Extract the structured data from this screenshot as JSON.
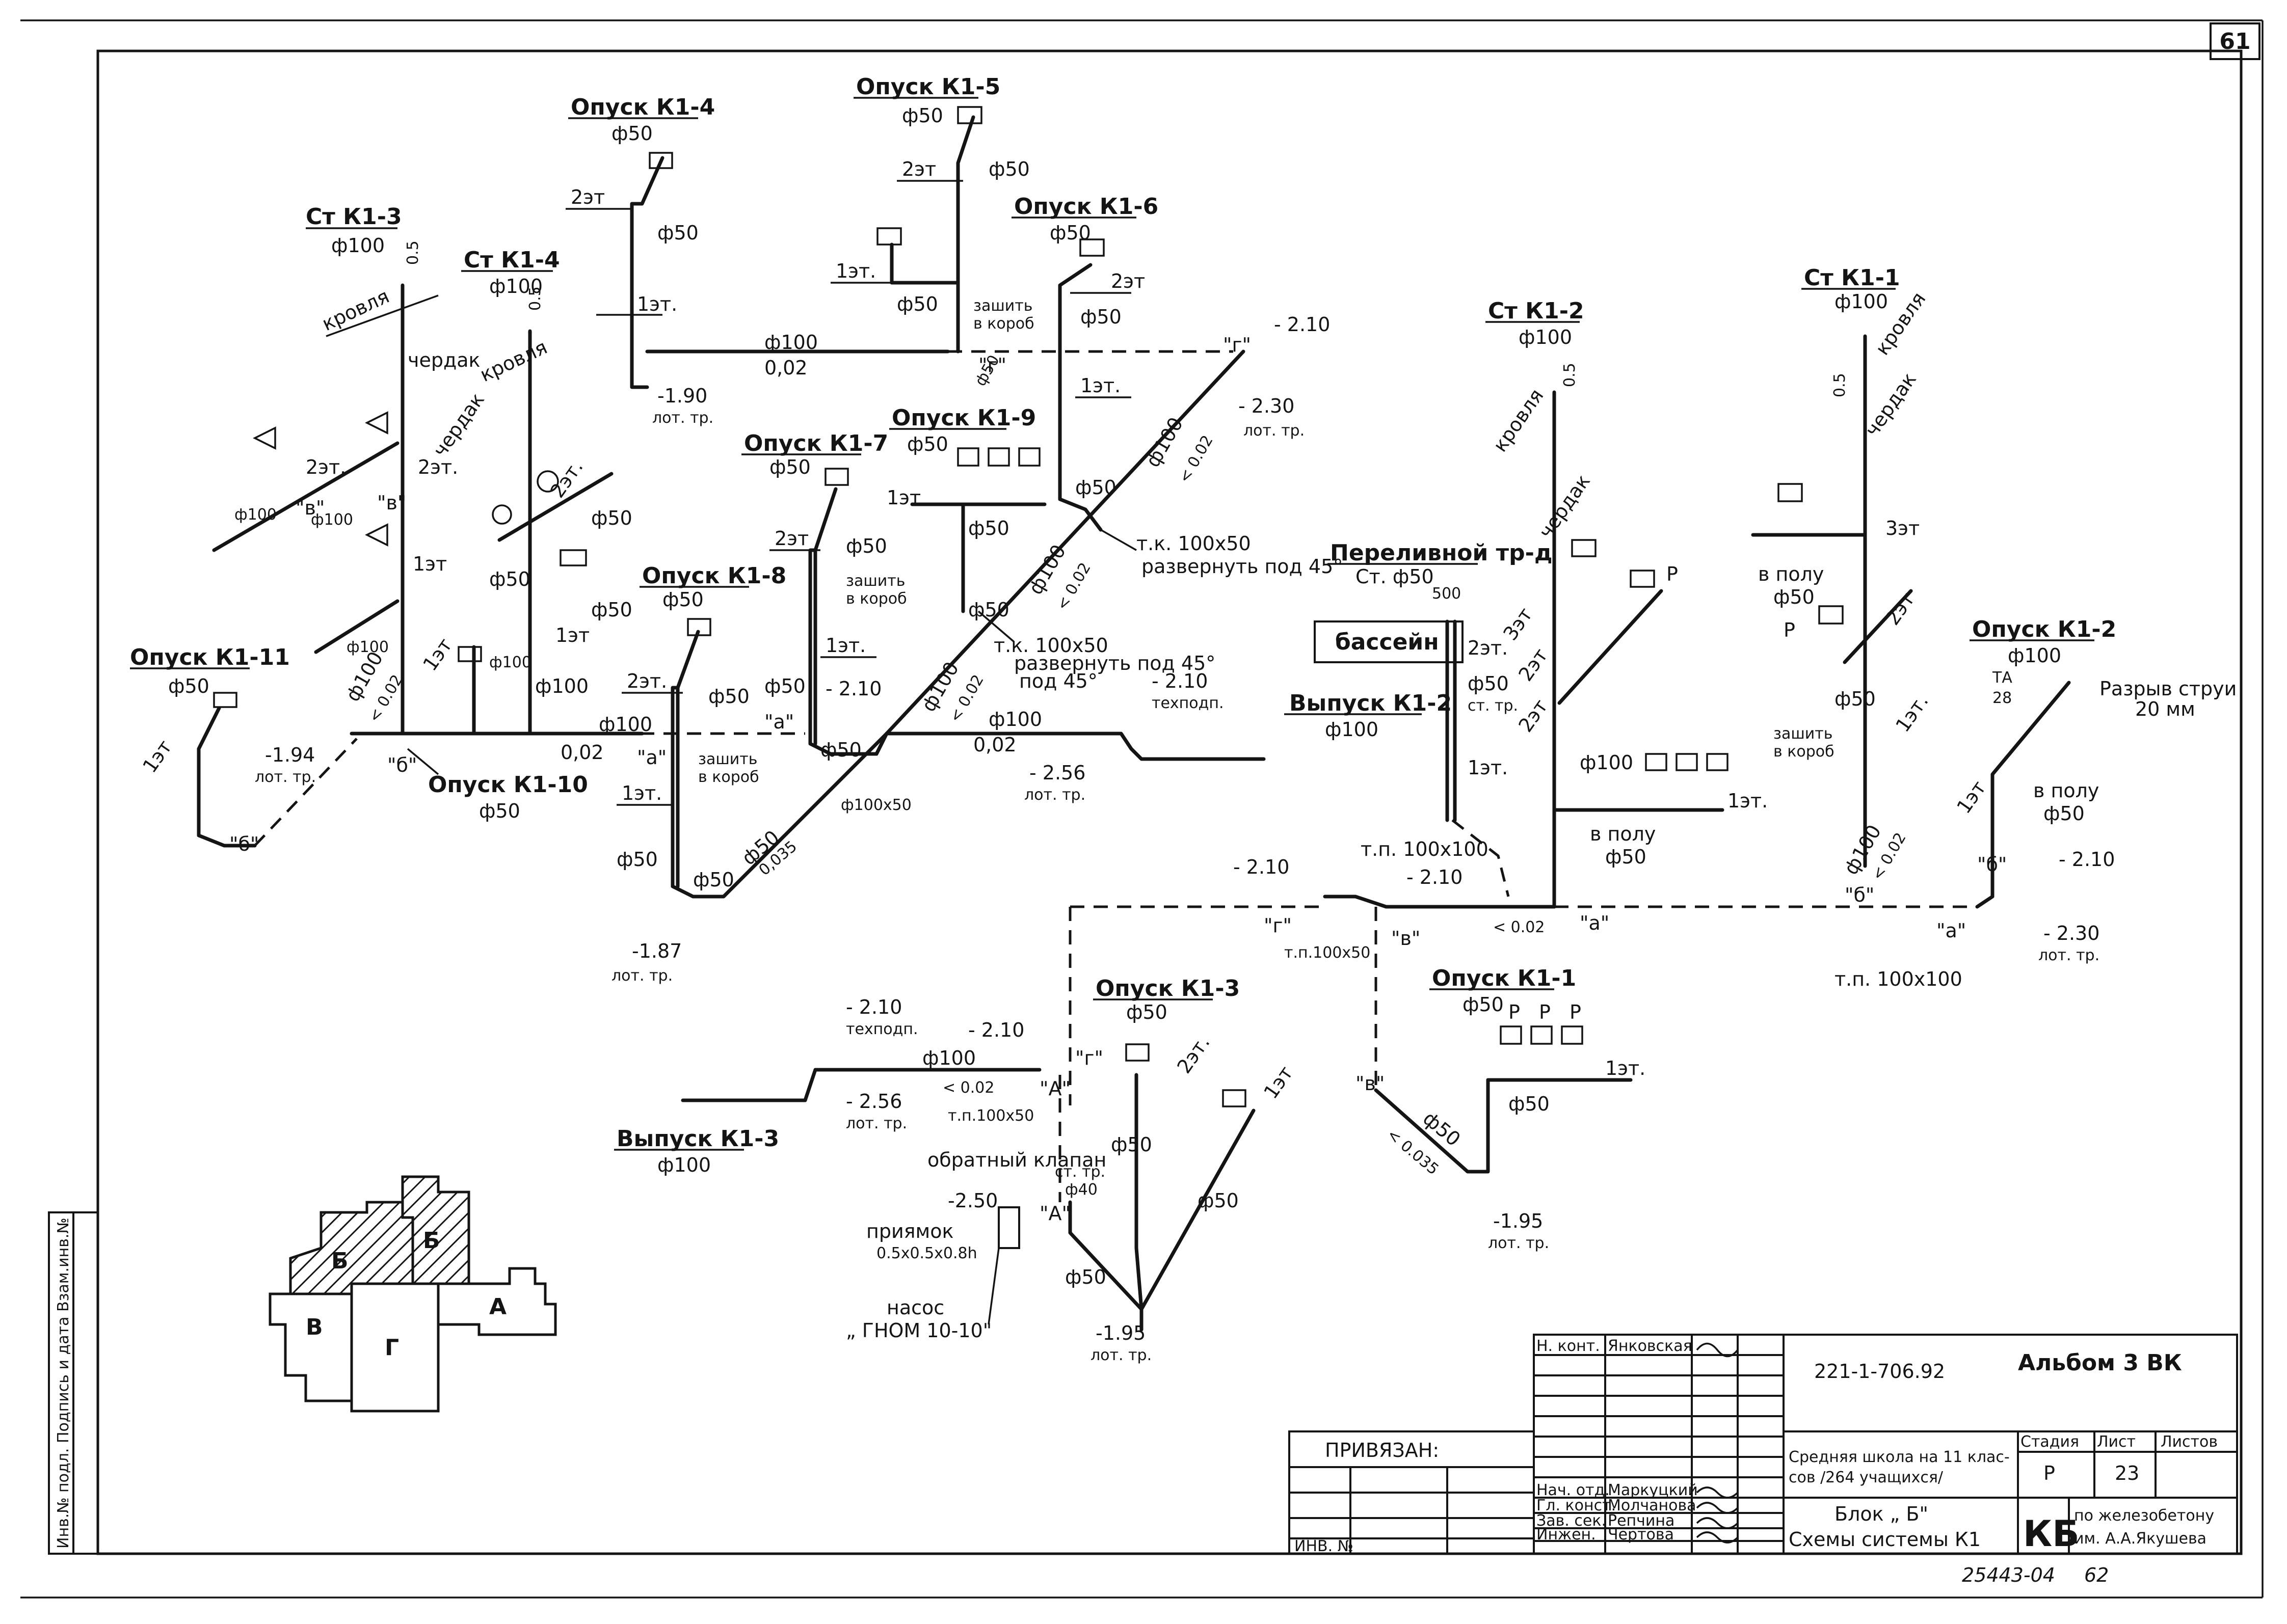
{
  "sheet_number": "61",
  "risers": {
    "st_k1_3": {
      "title": "Ст К1-3",
      "dia": "ф100"
    },
    "st_k1_4": {
      "title": "Ст К1-4",
      "dia": "ф100"
    },
    "st_k1_2": {
      "title": "Ст К1-2",
      "dia": "ф100"
    },
    "st_k1_1": {
      "title": "Ст К1-1",
      "dia": "ф100"
    }
  },
  "drops": {
    "k1_4": {
      "title": "Опуск К1-4",
      "dia": "ф50"
    },
    "k1_5": {
      "title": "Опуск К1-5",
      "dia": "ф50"
    },
    "k1_6": {
      "title": "Опуск К1-6",
      "dia": "ф50"
    },
    "k1_7": {
      "title": "Опуск К1-7",
      "dia": "ф50"
    },
    "k1_8": {
      "title": "Опуск К1-8",
      "dia": "ф50"
    },
    "k1_9": {
      "title": "Опуск К1-9",
      "dia": "ф50"
    },
    "k1_10": {
      "title": "Опуск К1-10",
      "dia": "ф50"
    },
    "k1_11": {
      "title": "Опуск К1-11",
      "dia": "ф50"
    },
    "k1_3": {
      "title": "Опуск К1-3",
      "dia": "ф50"
    },
    "k1_1": {
      "title": "Опуск К1-1",
      "dia": "ф50"
    },
    "k1_2": {
      "title": "Опуск К1-2",
      "dia": "ф100"
    }
  },
  "outlets": {
    "k1_2": {
      "title": "Выпуск К1-2",
      "dia": "ф100"
    },
    "k1_3": {
      "title": "Выпуск К1-3",
      "dia": "ф100"
    }
  },
  "labels": {
    "roof": "кровля",
    "attic": "чердак",
    "fl1": "1эт.",
    "fl1b": "1эт",
    "fl2": "2эт",
    "fl2b": "2эт.",
    "fl3": "3эт",
    "d50": "ф50",
    "d100": "ф100",
    "d100x50": "ф100х50",
    "d40": "ф40",
    "slope002": "0,02",
    "slope_lt002": "< 0.02",
    "slope0035": "0,035",
    "slope_lt0035": "< 0.035",
    "elev_194": "-1.94",
    "elev_190": "-1.90",
    "elev_187": "-1.87",
    "elev_210": "- 2.10",
    "elev_230": "- 2.30",
    "elev_256": "- 2.56",
    "elev_195": "-1.95",
    "elev_250": "-2.50",
    "lot_tr": "лот. тр.",
    "techpodp": "техподп.",
    "sew_in_box": "зашить",
    "sew_in_box2": "в короб",
    "tk_100x50": "т.к. 100х50",
    "turn_45": "развернуть под 45°",
    "turn_45b": "под 45°",
    "overflow_pipe": "Переливной тр-д",
    "overflow_dia": "Ст. ф50",
    "pool": "бассейн",
    "st_tr": "ст. тр.",
    "in_floor": "в полу",
    "tp_100x100": "т.п. 100х100",
    "tp_100x50": "т.п.100х50",
    "check_valve": "обратный клапан",
    "pit": "приямок",
    "pit_dims": "0.5х0.5х0.8h",
    "pump": "насос",
    "pump_model": "„ ГНОМ 10-10\"",
    "jet_break": "Разрыв струи",
    "jet_break_mm": "20 мм",
    "ta": "ТА",
    "ta_num": "28",
    "dim_500": "500",
    "dim_05": "0.5",
    "mark_a": "\"а\"",
    "mark_b": "\"б\"",
    "mark_v": "\"в\"",
    "mark_g": "\"г\"",
    "mark_A": "\"А\"",
    "mark_p": "Р"
  },
  "key_plan": {
    "blocks": [
      "Б",
      "Б",
      "В",
      "Г",
      "А"
    ]
  },
  "side_stamp": "Инв.№ подл. Подпись и дата Взам.инв.№",
  "title_block": {
    "privyazan": "ПРИВЯЗАН:",
    "inv_no": "ИНВ. №",
    "roles": [
      "Н. конт.",
      "Нач. отд.",
      "Гл. конст.",
      "Зав. сек.",
      "Инжен."
    ],
    "names": [
      "Янковская",
      "Маркуцкий",
      "Молчанова",
      "Репчина",
      "Чертова"
    ],
    "doc_code": "221-1-706.92",
    "album": "Альбом 3 ВК",
    "project_line1": "Средняя школа на 11 клас-",
    "project_line2": "сов /264 учащихся/",
    "sheet_title_line1": "Блок „ Б\"",
    "sheet_title_line2": "Схемы системы К1",
    "col_stage": "Стадия",
    "col_sheet": "Лист",
    "col_sheets": "Листов",
    "stage": "Р",
    "sheet": "23",
    "sheets": "",
    "org_mark": "КБ",
    "org_line1": "по железобетону",
    "org_line2": "им. А.А.Якушева",
    "archive_no": "25443-04",
    "archive_page": "62"
  }
}
